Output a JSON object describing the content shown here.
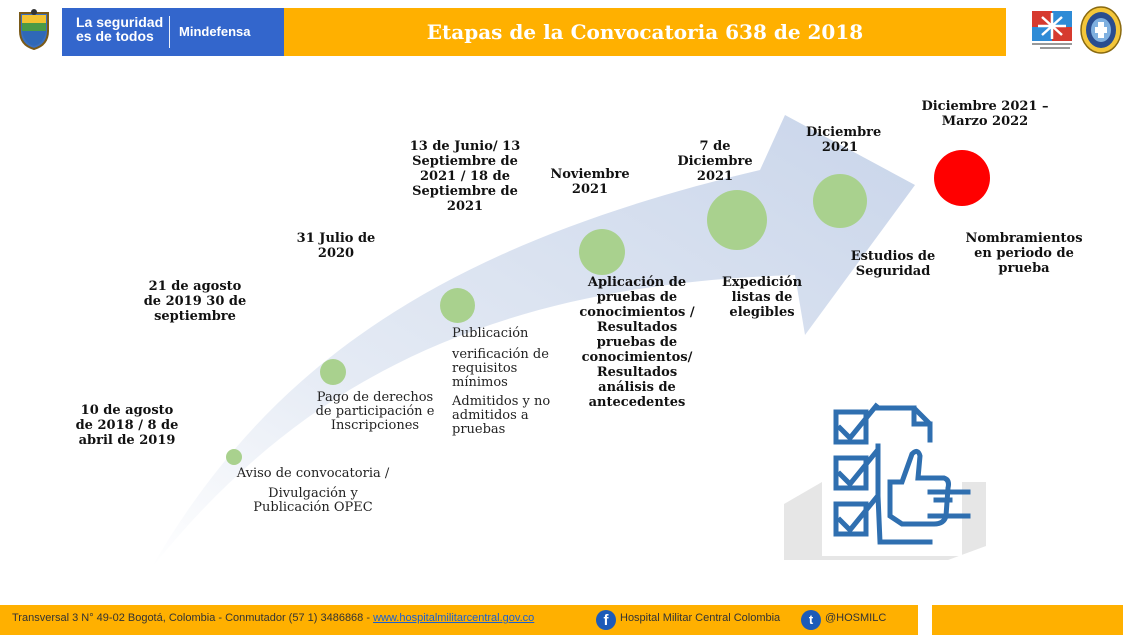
{
  "header": {
    "gov_line": "La seguridad\nes de todos",
    "ministry": "Mindefensa",
    "title": "Etapas de la Convocatoria 638 de 2018",
    "colors": {
      "title_bar": "#ffb000",
      "gov_block": "#3366cc"
    }
  },
  "timeline": {
    "dates": [
      "10 de agosto de 2018 / 8 de abril de 2019",
      "21 de agosto de 2019 30 de septiembre",
      "31 Julio de 2020",
      "13 de Junio/ 13 Septiembre de 2021 / 18 de Septiembre de 2021",
      "Noviembre 2021",
      "7 de Diciembre 2021",
      "Diciembre 2021",
      "Diciembre 2021 – Marzo 2022"
    ],
    "stage1": {
      "line1": "Aviso de convocatoria /",
      "line2": "Divulgación y Publicación OPEC"
    },
    "stage2": "Pago de derechos de participación e Inscripciones",
    "stage3": {
      "line1": "Publicación",
      "line2": "verificación de requisitos mínimos",
      "line3": "Admitidos y no admitidos a pruebas"
    },
    "stage4": "Aplicación de pruebas de conocimientos / Resultados pruebas de conocimientos/ Resultados análisis de antecedentes",
    "stage5": "Expedición listas de elegibles",
    "stage6": "Estudios de Seguridad",
    "stage7": "Nombramientos en periodo de prueba",
    "colors": {
      "dot": "#a9d18e",
      "final_dot": "#ff0000",
      "arrow": "#d6e0f0"
    }
  },
  "footer": {
    "address": "Transversal 3 N° 49-02 Bogotá, Colombia - Conmutador (57 1) 3486868 -",
    "website": "www.hospitalmilitarcentral.gov.co",
    "facebook": "Hospital Militar Central Colombia",
    "twitter": "@HOSMILC"
  }
}
